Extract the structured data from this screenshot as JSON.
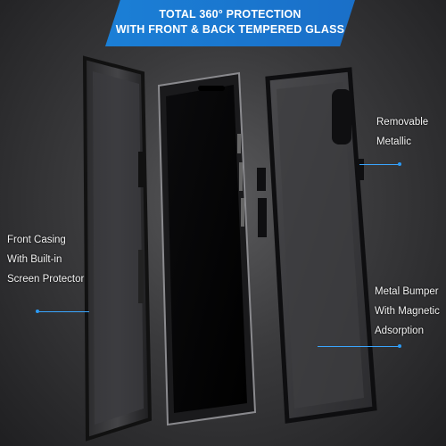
{
  "banner": {
    "line1": "TOTAL 360° PROTECTION",
    "line2": "WITH FRONT & BACK TEMPERED GLASS"
  },
  "labels": {
    "front": [
      "Front Casing",
      "With Built-in",
      "Screen Protector"
    ],
    "removable": [
      "Removable",
      "Metallic"
    ],
    "bumper": [
      "Metal Bumper",
      "With Magnetic",
      "Adsorption"
    ]
  },
  "colors": {
    "accent": "#1b7fd6",
    "pointer": "#2a9af5",
    "background": "#3a3a3c"
  }
}
